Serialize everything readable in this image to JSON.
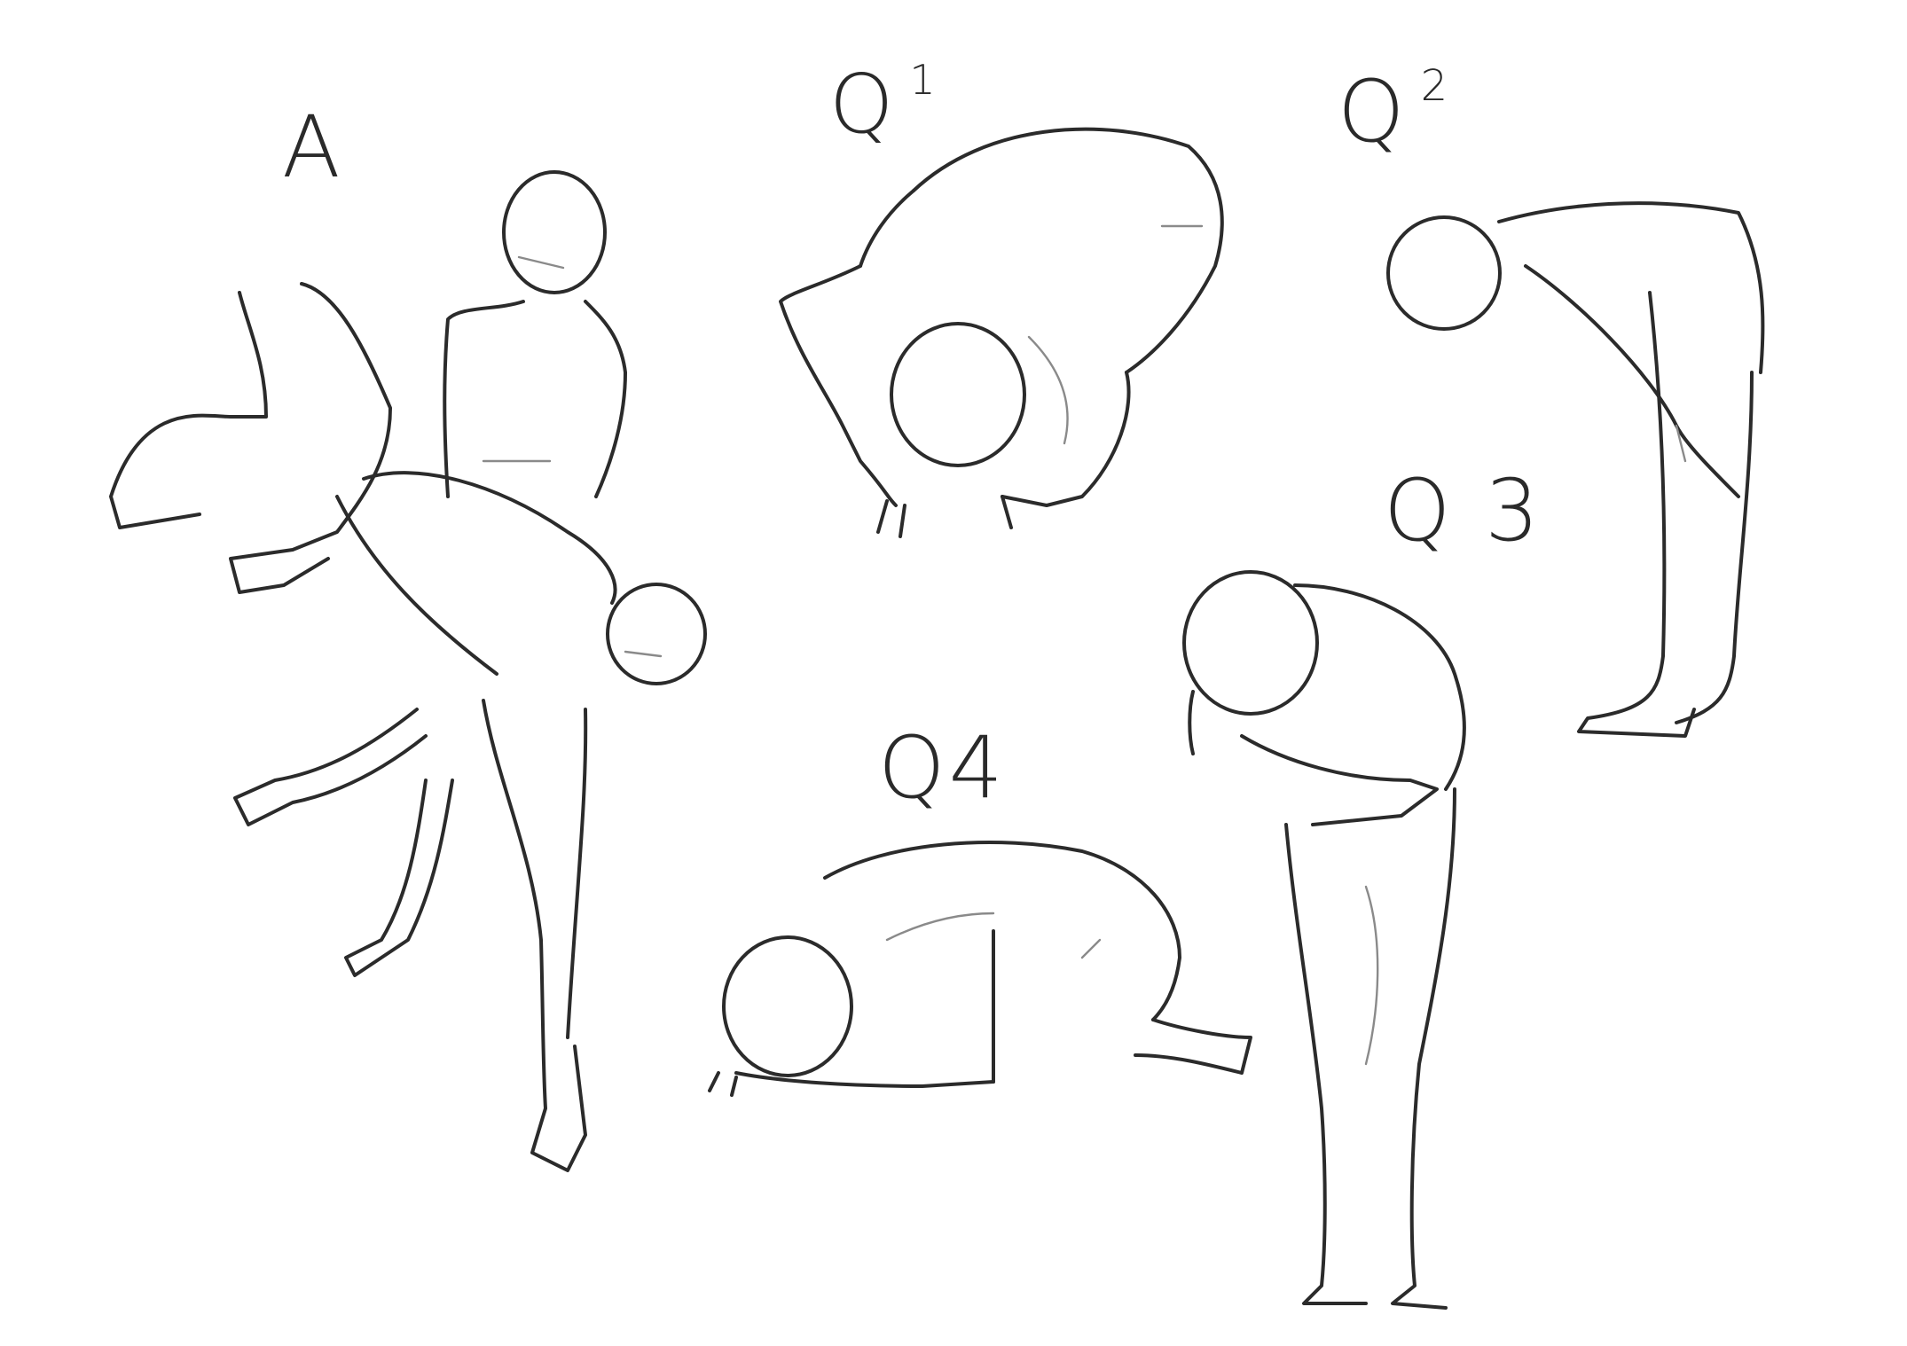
{
  "labels": {
    "pose_a": "A",
    "pose_q1_letter": "Q",
    "pose_q1_number": "1",
    "pose_q2_letter": "Q",
    "pose_q2_number": "2",
    "pose_q3": "Q 3",
    "pose_q4": "Q4"
  },
  "colors": {
    "background": "#ffffff",
    "ink": "#2b2b2b",
    "sketch_light": "#8a8a8a"
  },
  "figures": [
    {
      "id": "A",
      "description_icon": "carry-pose-icon"
    },
    {
      "id": "Q1",
      "description_icon": "crouch-forward-pose-icon"
    },
    {
      "id": "Q2",
      "description_icon": "deep-bow-pose-icon"
    },
    {
      "id": "Q3",
      "description_icon": "bent-over-hold-stomach-pose-icon"
    },
    {
      "id": "Q4",
      "description_icon": "kneeling-bow-pose-icon"
    }
  ]
}
